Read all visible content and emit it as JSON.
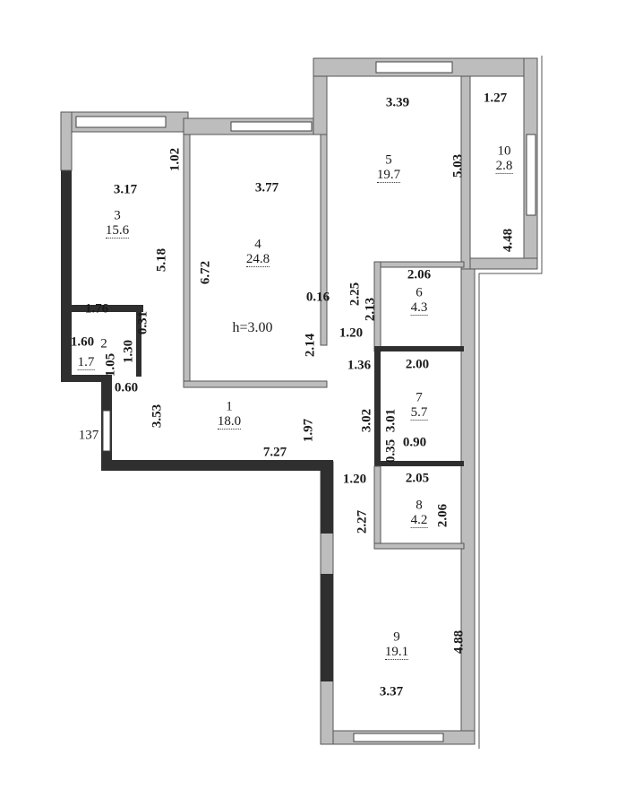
{
  "floor_plan": {
    "ceiling_height": "h=3.00",
    "rooms": [
      {
        "number": "1",
        "area": "18.0"
      },
      {
        "number": "2",
        "area": "1.7"
      },
      {
        "number": "3",
        "area": "15.6"
      },
      {
        "number": "4",
        "area": "24.8"
      },
      {
        "number": "5",
        "area": "19.7"
      },
      {
        "number": "6",
        "area": "4.3"
      },
      {
        "number": "7",
        "area": "5.7"
      },
      {
        "number": "8",
        "area": "4.2"
      },
      {
        "number": "9",
        "area": "19.1"
      },
      {
        "number": "10",
        "area": "2.8"
      }
    ],
    "dimensions": [
      "3.17",
      "5.18",
      "1.02",
      "3.77",
      "6.72",
      "0.16",
      "3.39",
      "5.03",
      "1.27",
      "4.48",
      "1.76",
      "0.31",
      "1.60",
      "1.05",
      "1.30",
      "0.60",
      "3.53",
      "137",
      "7.27",
      "1.97",
      "2.14",
      "2.25",
      "2.06",
      "2.13",
      "1.20",
      "1.36",
      "2.00",
      "3.02",
      "3.01",
      "0.35",
      "0.90",
      "1.20",
      "2.05",
      "2.27",
      "2.06",
      "4.88",
      "3.37"
    ]
  }
}
